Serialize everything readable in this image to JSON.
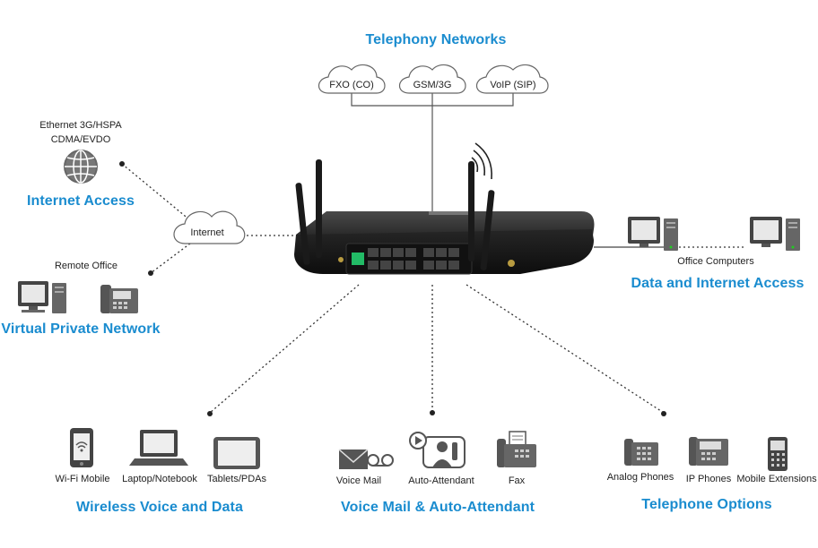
{
  "telephony": {
    "title": "Telephony Networks",
    "clouds": [
      "FXO (CO)",
      "GSM/3G",
      "VoIP (SIP)"
    ]
  },
  "internet_access": {
    "caption_line1": "Ethernet 3G/HSPA",
    "caption_line2": "CDMA/EVDO",
    "title": "Internet Access"
  },
  "internet_cloud": {
    "label": "Internet"
  },
  "vpn": {
    "caption": "Remote Office",
    "title": "Virtual Private Network"
  },
  "data_access": {
    "caption": "Office Computers",
    "title": "Data and Internet Access"
  },
  "wireless": {
    "title": "Wireless Voice and Data",
    "items": [
      "Wi-Fi Mobile",
      "Laptop/Notebook",
      "Tablets/PDAs"
    ]
  },
  "voicemail": {
    "title": "Voice Mail & Auto-Attendant",
    "items": [
      "Voice Mail",
      "Auto-Attendant",
      "Fax"
    ]
  },
  "telephone_options": {
    "title": "Telephone Options",
    "items": [
      "Analog Phones",
      "IP Phones",
      "Mobile Extensions"
    ]
  },
  "colors": {
    "accent": "#1a8ccf",
    "device": "#2b2b2b",
    "icon": "#555555"
  }
}
